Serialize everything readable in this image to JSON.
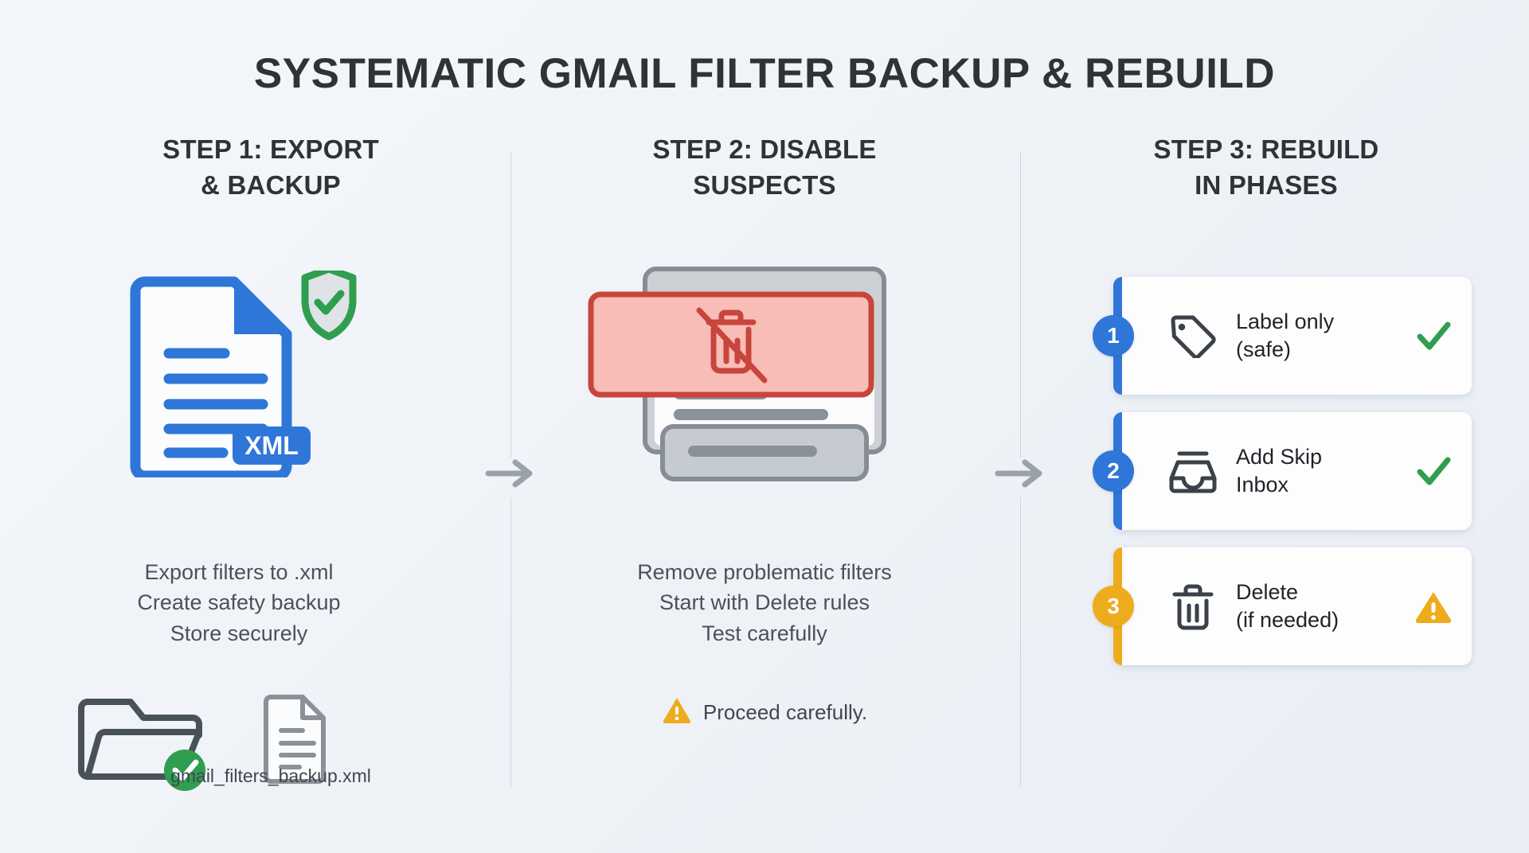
{
  "title": "SYSTEMATIC GMAIL FILTER BACKUP & REBUILD",
  "colors": {
    "background_start": "#f4f7fa",
    "background_end": "#e9eef5",
    "heading": "#2e3338",
    "body_text": "#4a5259",
    "blue": "#2f76d9",
    "amber": "#eeac1c",
    "green": "#2f9e4f",
    "red": "#c8453c",
    "red_fill": "#f7bdb6",
    "grey": "#8b9199",
    "divider": "#cfd6df"
  },
  "steps": [
    {
      "heading_line1": "STEP 1: EXPORT",
      "heading_line2": "& BACKUP",
      "art_icon": "xml-document-with-shield-icon",
      "badge_label": "XML",
      "shield_icon": "shield-check-icon",
      "bullets": [
        "Export filters to .xml",
        "Create safety backup",
        "Store securely"
      ],
      "file_icons": [
        "folder-check-icon",
        "document-icon"
      ],
      "filename": "gmail_filters_backup.xml"
    },
    {
      "heading_line1": "STEP 2: DISABLE",
      "heading_line2": "SUSPECTS",
      "art_icon": "filter-card-stack-with-disabled-trash-icon",
      "overlay_icon": "trash-slash-icon",
      "bullets": [
        "Remove problematic filters",
        "Start with Delete rules",
        "Test carefully"
      ],
      "warning_icon": "warning-triangle-icon",
      "warning_text": "Proceed carefully."
    },
    {
      "heading_line1": "STEP 3: REBUILD",
      "heading_line2": "IN PHASES",
      "cards": [
        {
          "number": "1",
          "accent": "blue",
          "icon": "tag-icon",
          "label_line1": "Label only",
          "label_line2": "(safe)",
          "status_icon": "check-icon",
          "status": "safe"
        },
        {
          "number": "2",
          "accent": "blue",
          "icon": "inbox-tray-icon",
          "label_line1": "Add Skip",
          "label_line2": "Inbox",
          "status_icon": "check-icon",
          "status": "safe"
        },
        {
          "number": "3",
          "accent": "amber",
          "icon": "trash-icon",
          "label_line1": "Delete",
          "label_line2": "(if needed)",
          "status_icon": "warning-triangle-icon",
          "status": "caution"
        }
      ]
    }
  ],
  "connectors": [
    {
      "name": "arrow-step1-to-step2",
      "glyph": "arrow-right-icon"
    },
    {
      "name": "arrow-step2-to-step3",
      "glyph": "arrow-right-icon"
    }
  ]
}
